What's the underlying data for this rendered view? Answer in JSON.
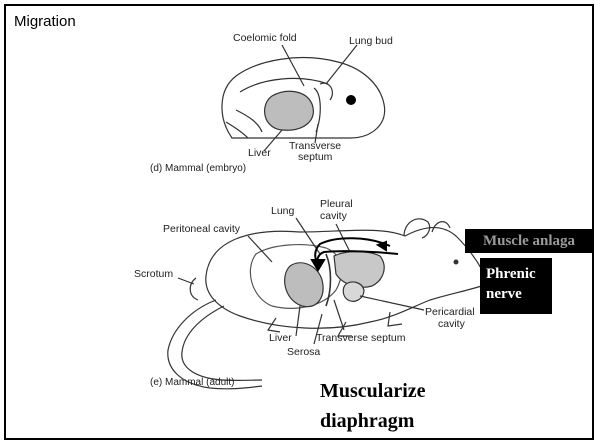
{
  "slide": {
    "title": "Migration"
  },
  "embryo_figure": {
    "labels": {
      "coelomic_fold": "Coelomic fold",
      "lung_bud": "Lung bud",
      "liver": "Liver",
      "transverse_septum_1": "Transverse",
      "transverse_septum_2": "septum"
    },
    "caption": "(d)  Mammal (embryo)"
  },
  "adult_figure": {
    "labels": {
      "lung": "Lung",
      "pleural_cavity_1": "Pleural",
      "pleural_cavity_2": "cavity",
      "peritoneal_cavity": "Peritoneal cavity",
      "scrotum": "Scrotum",
      "liver": "Liver",
      "serosa": "Serosa",
      "transverse_septum": "Transverse septum",
      "pericardial_cavity_1": "Pericardial",
      "pericardial_cavity_2": "cavity"
    },
    "caption": "(e)  Mammal (adult)"
  },
  "annotations": {
    "muscle_anlaga": "Muscle anlaga",
    "phrenic_nerve_line1": "Phrenic",
    "phrenic_nerve_line2": "nerve",
    "conclusion_line1": "Muscularize",
    "conclusion_line2": "diaphragm"
  }
}
